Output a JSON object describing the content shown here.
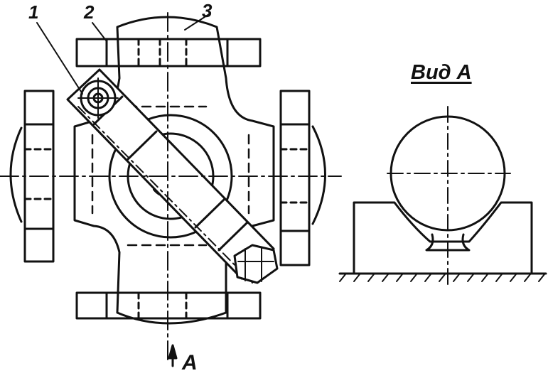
{
  "labels": {
    "part_1": "1",
    "part_2": "2",
    "part_3": "3",
    "section_arrow": "A",
    "view_title": "Вид А"
  },
  "colors": {
    "ink": "#111111",
    "paper": "#ffffff"
  }
}
